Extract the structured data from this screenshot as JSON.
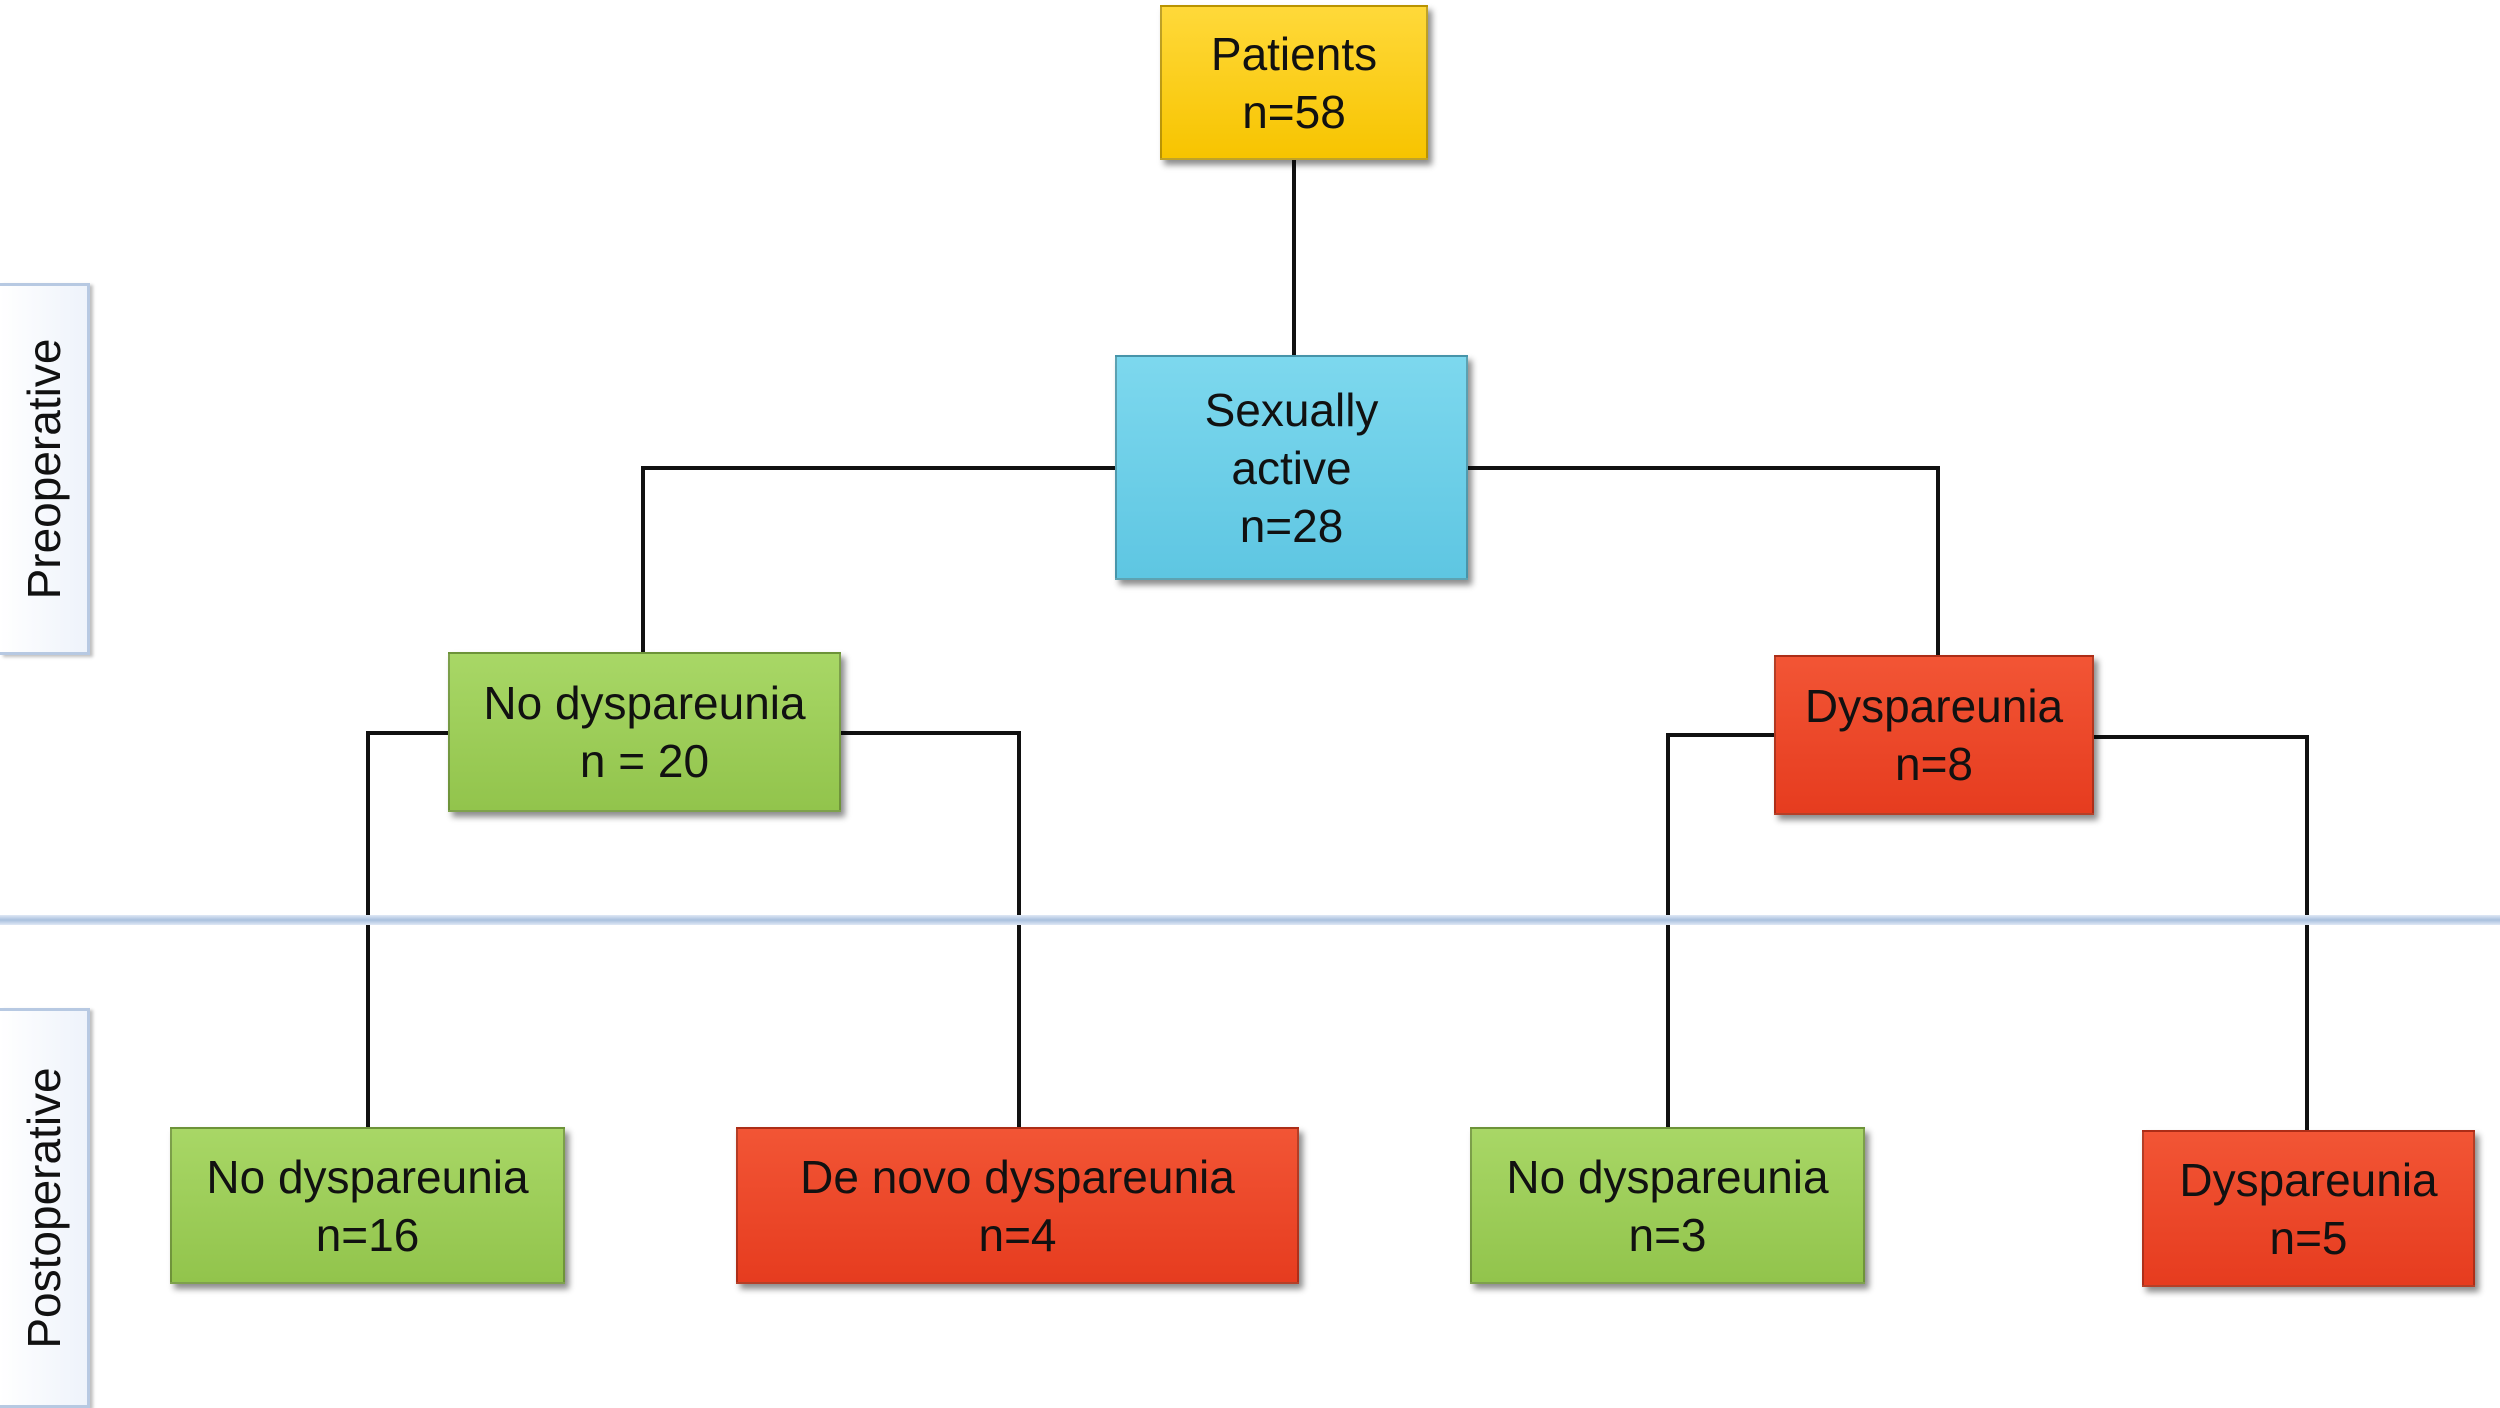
{
  "phases": {
    "pre_label": "Preoperative",
    "post_label": "Postoperative"
  },
  "nodes": {
    "patients": {
      "line1": "Patients",
      "line2": "n=58"
    },
    "sexually_active": {
      "line1": "Sexually",
      "line2": "active",
      "line3": "n=28"
    },
    "pre_no_dys": {
      "line1": "No dyspareunia",
      "line2": "n = 20"
    },
    "pre_dys": {
      "line1": "Dyspareunia",
      "line2": "n=8"
    },
    "post_no_dys_a": {
      "line1": "No dyspareunia",
      "line2": "n=16"
    },
    "post_de_novo": {
      "line1": "De novo dyspareunia",
      "line2": "n=4"
    },
    "post_no_dys_b": {
      "line1": "No dyspareunia",
      "line2": "n=3"
    },
    "post_dys": {
      "line1": "Dyspareunia",
      "line2": "n=5"
    }
  },
  "colors": {
    "patients": "#f7c400",
    "sexually_active": "#5ec6e2",
    "no_dyspareunia": "#92c44c",
    "dyspareunia": "#e63c1f",
    "connector": "#111111",
    "divider": "#a9c0de"
  }
}
